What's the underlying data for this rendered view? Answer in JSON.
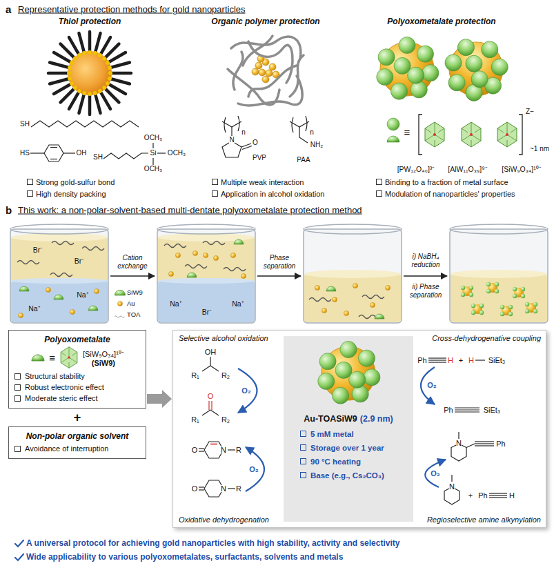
{
  "diagram": {
    "nodes": [
      {
        "text": [
          "Polyoxometalate",
          "≡",
          "[SiW₉O₃₄]¹⁰⁻",
          "(SiW9)",
          "Structural stability",
          "Robust electronic effect",
          "Moderate steric effect"
        ]
      },
      {
        "text": [
          "Non-polar organic solvent",
          "Avoidance of interruption"
        ]
      },
      {
        "text": [
          "Selective alcohol oxidation",
          "Cross-dehydrogenative coupling",
          "Oxidative dehydrogenation",
          "Regioselective amine alkynylation"
        ]
      },
      {
        "text": [
          "Au-TOASiW9",
          "(2.9 nm)",
          "5 mM metal",
          "Storage over 1 year",
          "90 °C heating",
          "Base (e.g., Cs₂CO₃)"
        ],
        "in": 2
      }
    ],
    "edges": [
      {
        "from": 0,
        "to": 2,
        "arrow": "to"
      }
    ],
    "labels": [
      "a",
      "Representative protection methods for gold nanoparticles",
      "Thiol protection",
      "Organic polymer protection",
      "Polyoxometalate protection",
      "SH",
      "HS",
      "OH",
      "SH",
      "Si",
      "OCH₃",
      "OCH₃",
      "OCH₃",
      "n",
      "N",
      "O",
      "PVP",
      "n",
      "NH₂",
      "PAA",
      "≡",
      "Z−",
      "~1 nm",
      "[PW₁₂O₄₀]³⁻",
      "[AlW₁₁O₃₉]⁹⁻",
      "[SiW₉O₃₄]¹⁰⁻",
      "Strong gold-sulfur bond",
      "High density packing",
      "Multiple weak interaction",
      "Application in alcohol oxidation",
      "Binding to a fraction of metal surface",
      "Modulation of nanoparticles' properties",
      "b",
      "This work: a non-polar-solvent-based multi-dentate polyoxometalate protection method",
      "Br⁻",
      "Br⁻",
      "Na⁺",
      "Na⁺",
      "Cation exchange",
      "SiW9",
      "Au",
      "TOA",
      "Na⁺",
      "Br⁻",
      "Na⁺",
      "Phase separation",
      "i) NaBH₄ reduction",
      "ii) Phase separation",
      "+",
      "OH",
      "R₁",
      "R₂",
      "O₂",
      "O",
      "R₁",
      "R₂",
      "Ph",
      "H",
      "+",
      "H",
      "SiEt₃",
      "O₂",
      "Ph",
      "SiEt₃",
      "O",
      "N",
      "R",
      "O₂",
      "O",
      "N",
      "R",
      "N",
      "Ph",
      "O₂",
      "N",
      "+",
      "Ph",
      "H",
      "A universal protocol for achieving gold nanoparticles with high stability, activity and selectivity",
      "Wide applicability to various polyoxometalates, surfactants, solvents and metals"
    ]
  }
}
